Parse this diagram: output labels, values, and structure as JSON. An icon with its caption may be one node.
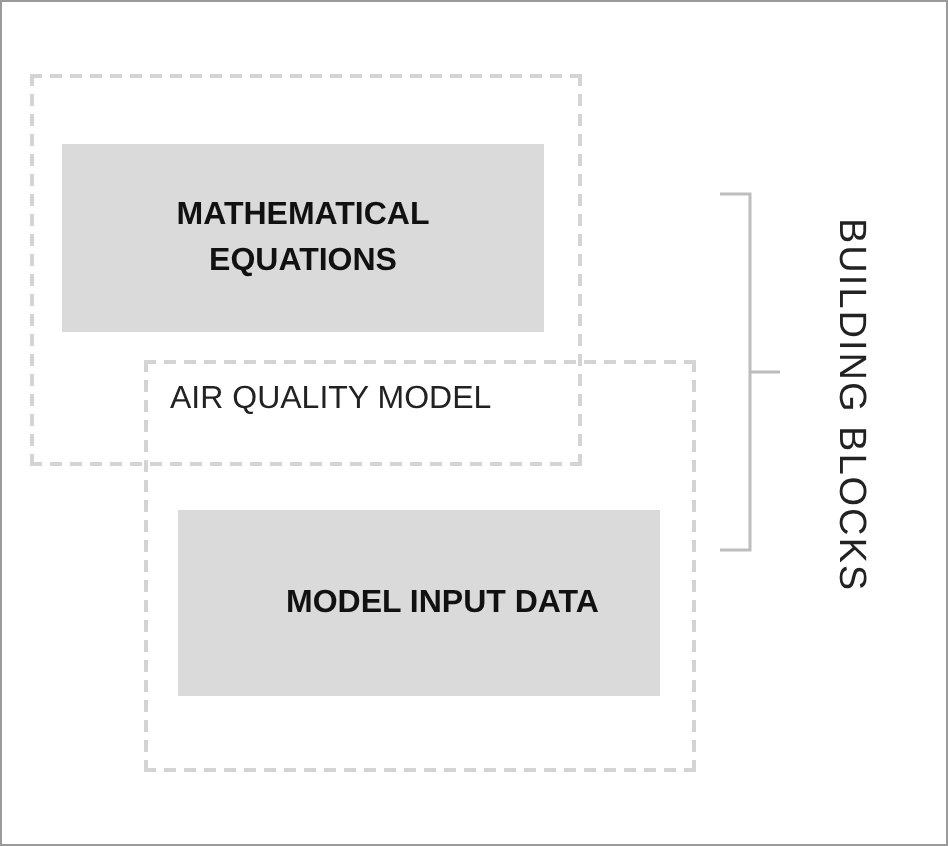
{
  "diagram": {
    "nodes": [
      {
        "text": [],
        "shape": "box"
      },
      {
        "text": [
          "MATHEMATICAL EQUATIONS"
        ],
        "in": 0
      },
      {
        "text": [],
        "shape": "box"
      },
      {
        "text": [
          "MODEL INPUT DATA"
        ],
        "in": 2
      }
    ],
    "labels": [
      "AIR QUALITY MODEL",
      "BUILDING BLOCKS"
    ]
  }
}
